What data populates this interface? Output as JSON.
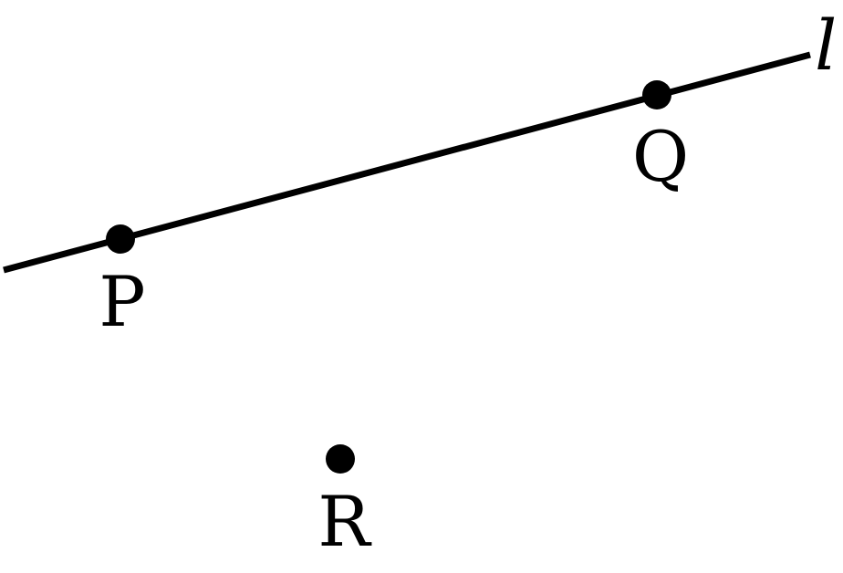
{
  "diagram": {
    "line_label": "l",
    "points": {
      "p": "P",
      "q": "Q",
      "r": "R"
    },
    "colors": {
      "ink": "#000000",
      "background": "#ffffff"
    }
  }
}
